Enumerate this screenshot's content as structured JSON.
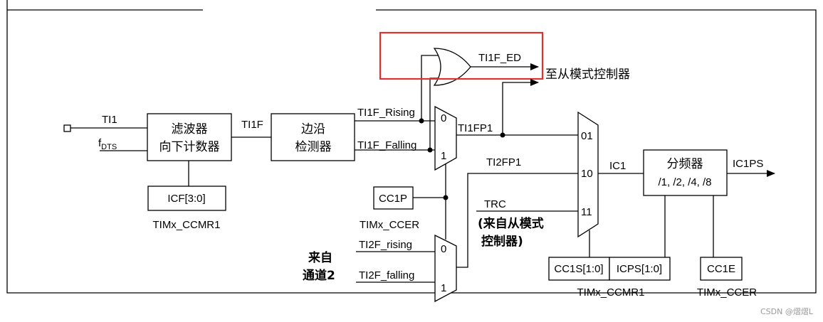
{
  "colors": {
    "line": "#000000",
    "highlight": "#e03030",
    "watermark": "#9a9a9a"
  },
  "labels": {
    "ti1": "TI1",
    "fdts_f": "f",
    "fdts_sub": "DTS",
    "filter_l1": "滤波器",
    "filter_l2": "向下计数器",
    "icf": "ICF[3:0]",
    "timx_ccmr1_a": "TIMx_CCMR1",
    "ti1f": "TI1F",
    "edge_l1": "边沿",
    "edge_l2": "检测器",
    "ti1f_rising": "TI1F_Rising",
    "ti1f_falling": "TI1F_Falling",
    "ti1f_ed": "TI1F_ED",
    "to_slave": "至从模式控制器",
    "mux1_0": "0",
    "mux1_1": "1",
    "ti1fp1": "TI1FP1",
    "cc1p": "CC1P",
    "timx_ccer_a": "TIMx_CCER",
    "ti2fp1": "TI2FP1",
    "trc": "TRC",
    "trc_note_l1": "(来自从模式",
    "trc_note_l2": "控制器)",
    "from_l1": "来自",
    "from_l2": "通道2",
    "ti2f_rising": "TI2F_rising",
    "ti2f_falling": "TI2F_falling",
    "mux2_0": "0",
    "mux2_1": "1",
    "sel_01": "01",
    "sel_10": "10",
    "sel_11": "11",
    "ic1": "IC1",
    "div_l1": "分频器",
    "div_l2": "/1, /2, /4, /8",
    "ic1ps": "IC1PS",
    "cc1s": "CC1S[1:0]",
    "icps": "ICPS[1:0]",
    "timx_ccmr1_b": "TIMx_CCMR1",
    "cc1e": "CC1E",
    "timx_ccer_b": "TIMx_CCER",
    "watermark": "CSDN @熠熠L"
  }
}
